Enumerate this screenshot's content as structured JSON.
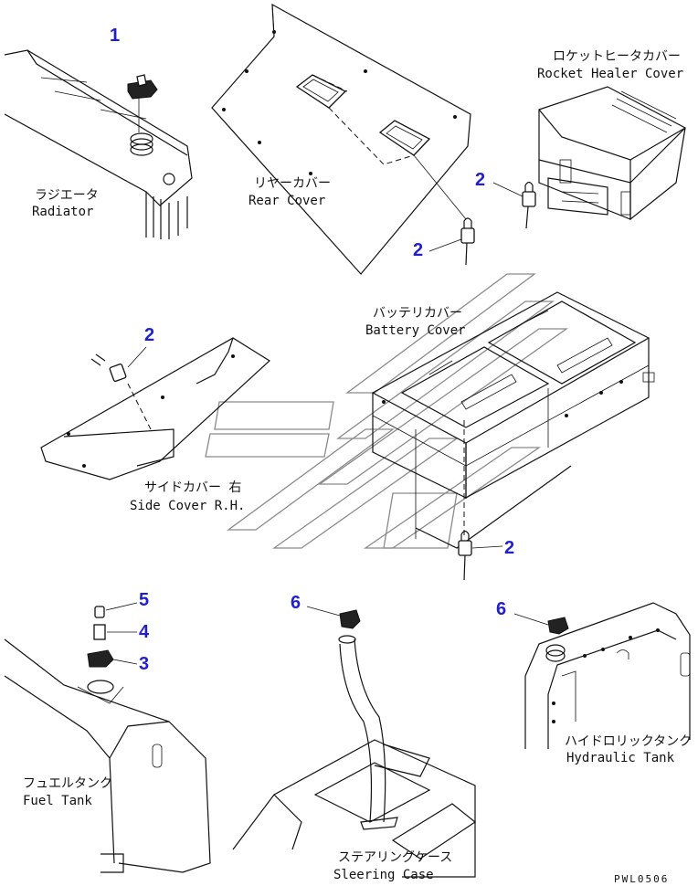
{
  "labels": {
    "radiator_jp": "ラジエータ",
    "radiator_en": "Radiator",
    "rear_cover_jp": "リヤーカバー",
    "rear_cover_en": "Rear Cover",
    "rocket_heater_jp": "ロケットヒータカバー",
    "rocket_heater_en": "Rocket Healer Cover",
    "battery_jp": "バッテリカバー",
    "battery_en": "Battery Cover",
    "side_cover_jp": "サイドカバー 右",
    "side_cover_en": "Side Cover R.H.",
    "fuel_tank_jp": "フュエルタンク",
    "fuel_tank_en": "Fuel Tank",
    "hydraulic_jp": "ハイドロリックタンク",
    "hydraulic_en": "Hydraulic Tank",
    "steering_jp": "ステアリングケース",
    "steering_en": "Sleering Case"
  },
  "callouts": {
    "radiator_cap": "1",
    "lock_rear": "2",
    "lock_rocket": "2",
    "lock_side": "2",
    "lock_battery": "2",
    "fuel_cap": "3",
    "fuel_adapter": "4",
    "fuel_plug": "5",
    "steering_cap": "6",
    "hydraulic_cap": "6"
  },
  "drawing_code": "PWL0506",
  "colors": {
    "callout": "#1f1fd0",
    "line": "#111111",
    "watermark": "#8a8a8a"
  }
}
